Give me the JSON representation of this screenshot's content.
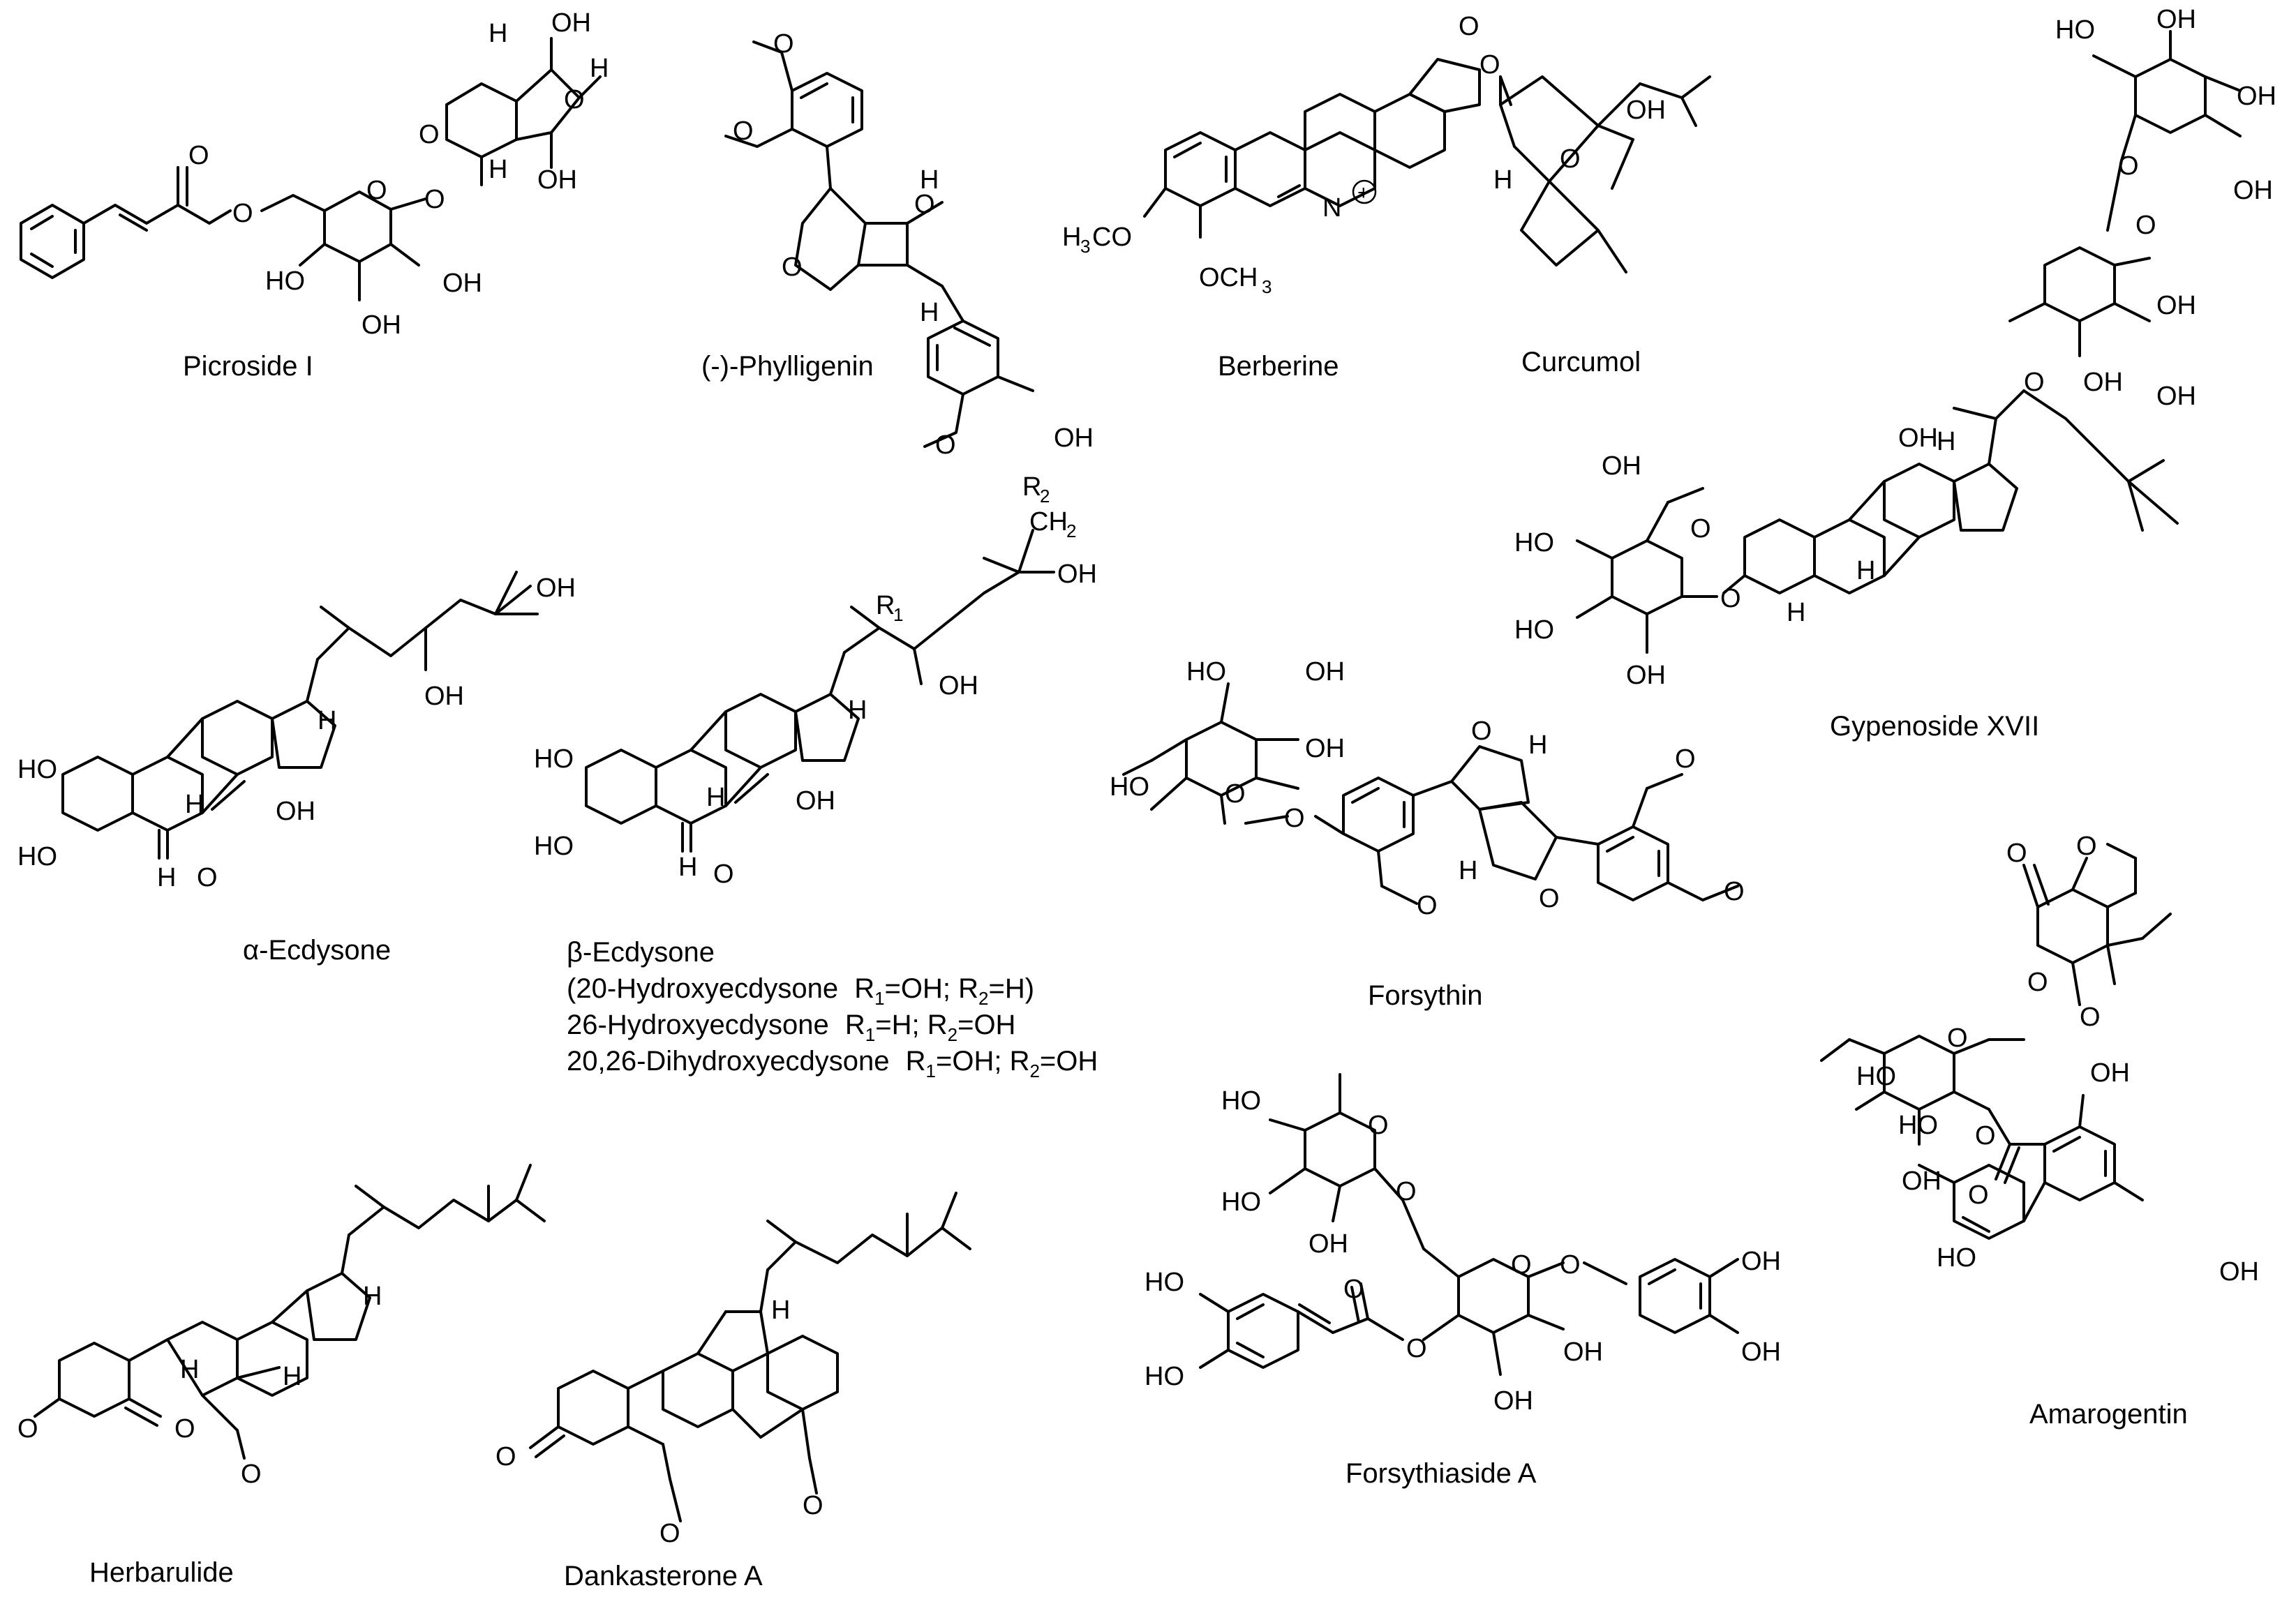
{
  "colors": {
    "ink": "#000000",
    "background": "#ffffff"
  },
  "compounds": [
    {
      "name": "Picroside I"
    },
    {
      "name": "(-)-Phylligenin"
    },
    {
      "name": "Berberine"
    },
    {
      "name": "Curcumol"
    },
    {
      "name": "Gypenoside XVII"
    },
    {
      "name": "α-Ecdysone"
    },
    {
      "name": "β-Ecdysone"
    },
    {
      "name": "Forsythin"
    },
    {
      "name": "Amarogentin"
    },
    {
      "name": "Forsythiaside A"
    },
    {
      "name": "Herbarulide"
    },
    {
      "name": "Dankasterone A"
    }
  ],
  "ecdysone_variants": [
    {
      "name": "(20-Hydroxyecdysone",
      "r1": "OH",
      "r2": "H",
      "close": ")"
    },
    {
      "name": "26-Hydroxyecdysone",
      "r1": "H",
      "r2": "OH",
      "close": ""
    },
    {
      "name": "20,26-Dihydroxyecdysone",
      "r1": "OH",
      "r2": "OH",
      "close": ""
    }
  ],
  "atom_labels": {
    "oh": "OH",
    "ho": "HO",
    "o": "O",
    "h": "H",
    "n": "N",
    "charge": "+",
    "h3co": "H",
    "h3co_tail": "CO",
    "och3": "OCH",
    "sub3": "3",
    "sub1": "1",
    "sub2": "2",
    "r": "R",
    "ch2": "CH",
    "eq": "=",
    "sep": "; "
  }
}
